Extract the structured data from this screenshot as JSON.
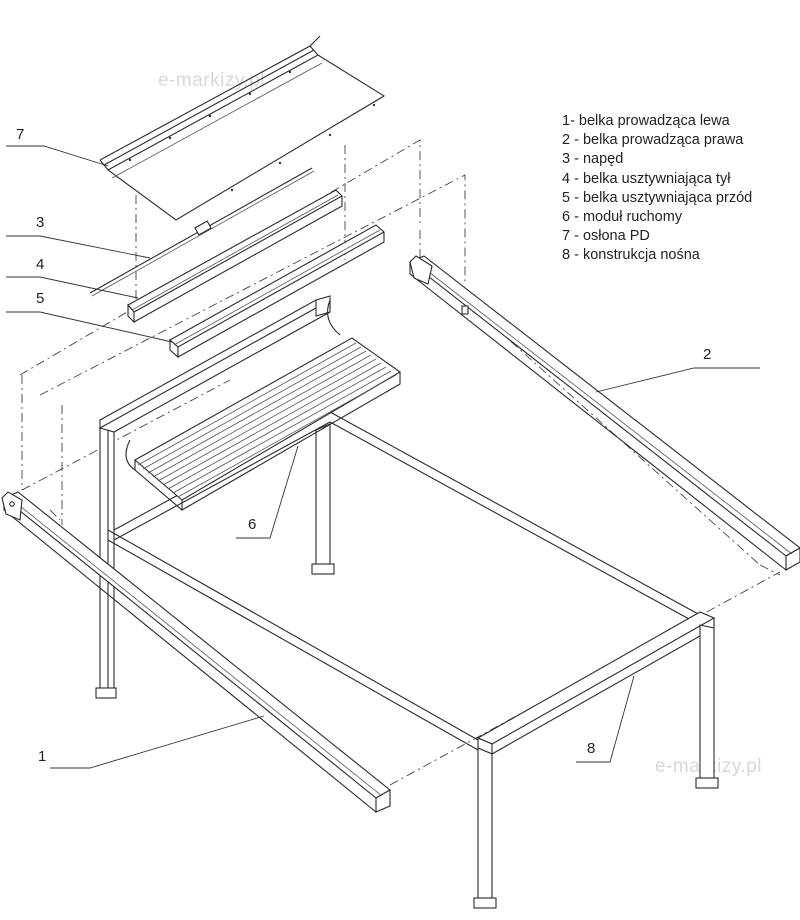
{
  "legend": {
    "items": [
      "1- belka prowadząca lewa",
      "2 - belka prowadząca prawa",
      "3 - napęd",
      "4 - belka usztywniająca tył",
      "5 - belka usztywniająca przód",
      "6 - moduł ruchomy",
      "7 - osłona PD",
      "8 - konstrukcja nośna"
    ]
  },
  "callouts": {
    "c7": "7",
    "c3": "3",
    "c4": "4",
    "c5": "5",
    "c2": "2",
    "c6": "6",
    "c1": "1",
    "c8": "8"
  },
  "watermarks": {
    "top": "e-markizy.pl",
    "bottom": "e-markizy.pl"
  }
}
